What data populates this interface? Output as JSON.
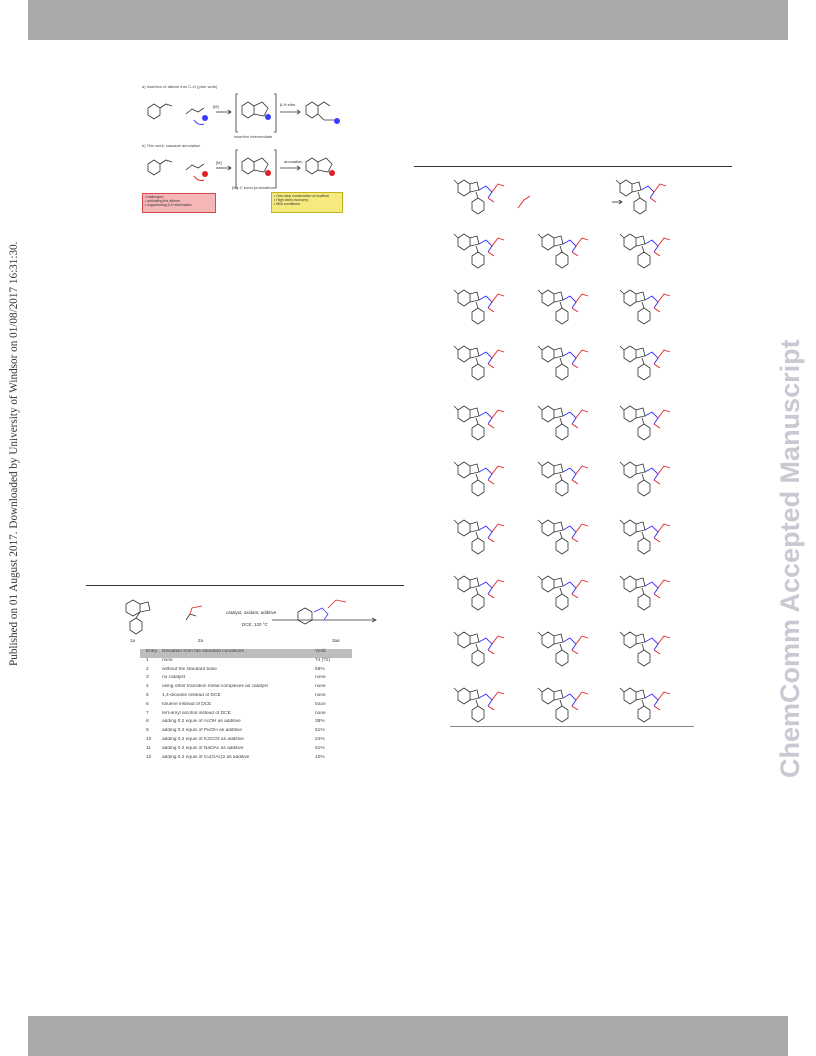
{
  "side_note": "Published on 01 August 2017. Downloaded by University of Windsor on 01/08/2017 16:31:30.",
  "watermark": "ChemComm Accepted Manuscript",
  "scheme": {
    "title_a": "a) Insertion of alkene into C–H (prior work)",
    "title_b": "b) This work: cascade annulation",
    "arrow_1": "[M]",
    "arrow_2": "β-H elim.",
    "arrow_3": "[M]",
    "arrow_4": "annulation",
    "cap_1": "insertion intermediate",
    "cap_2": "[M]–C bond protonation",
    "red_box_lines": [
      "Challenges:",
      "• activating the alkene",
      "• suppressing β-H elimination"
    ],
    "yellow_box_lines": [
      "• One-step construction of scaffold",
      "• High atom economy",
      "• Mild conditions"
    ]
  },
  "table": {
    "labels": [
      "1a",
      "2a",
      "3aa"
    ],
    "conditions": "catalyst, oxidant, additive",
    "conditions_2": "DCE, 120 °C",
    "header": [
      "Entry",
      "Deviation from the standard conditions",
      "Yield"
    ],
    "rows": [
      [
        "1",
        "none",
        "74 (72)"
      ],
      [
        "2",
        "without the standard base",
        "58%"
      ],
      [
        "3",
        "no catalyst",
        "none"
      ],
      [
        "4",
        "using other transition metal complexes as catalyst",
        "none"
      ],
      [
        "5",
        "1,4-dioxane instead of DCE",
        "none"
      ],
      [
        "6",
        "toluene instead of DCE",
        "trace"
      ],
      [
        "7",
        "tert-amyl alcohol instead of DCE",
        "none"
      ],
      [
        "8",
        "adding 0.2 equiv of AcOH as additive",
        "38%"
      ],
      [
        "9",
        "adding 0.2 equiv of PivOH as additive",
        "51%"
      ],
      [
        "10",
        "adding 0.2 equiv of K2CO3 as additive",
        "24%"
      ],
      [
        "11",
        "adding 0.2 equiv of NaOAc as additive",
        "61%"
      ],
      [
        "12",
        "adding 0.2 equiv of Cu(OAc)2 as additive",
        "10%"
      ]
    ]
  },
  "colors": {
    "band": "#a9a9a9",
    "watermark": "#c9c9d3",
    "bond_blue": "#2b2bff",
    "bond_red": "#e02020"
  }
}
